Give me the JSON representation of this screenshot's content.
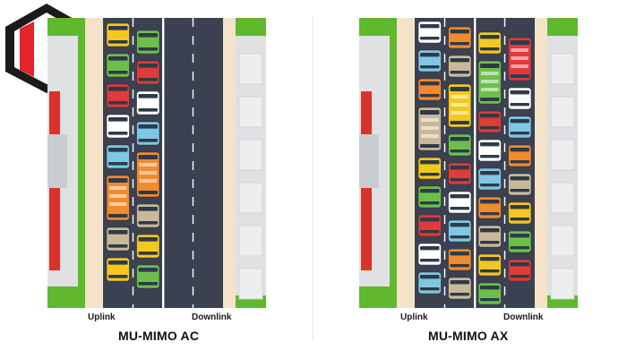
{
  "panels": [
    {
      "id": "ac",
      "uplink_label": "Uplink",
      "downlink_label": "Downlink",
      "title": "MU-MIMO AC"
    },
    {
      "id": "ax",
      "uplink_label": "Uplink",
      "downlink_label": "Downlink",
      "title": "MU-MIMO AX"
    }
  ],
  "colors": {
    "road": "#3b4150",
    "grass": "#5fb82e",
    "building_red": "#d8342c",
    "building_gray": "#dfe1e3",
    "sidewalk": "#f4e3c8",
    "lane_marking": "#ffffff",
    "logo_red": "#e3242b",
    "logo_dark": "#1a1a1a"
  },
  "car_palette": [
    "#f4c81e",
    "#6cc04a",
    "#e03a3a",
    "#ffffff",
    "#7ec8e3",
    "#f28a2e",
    "#c9b99a"
  ]
}
